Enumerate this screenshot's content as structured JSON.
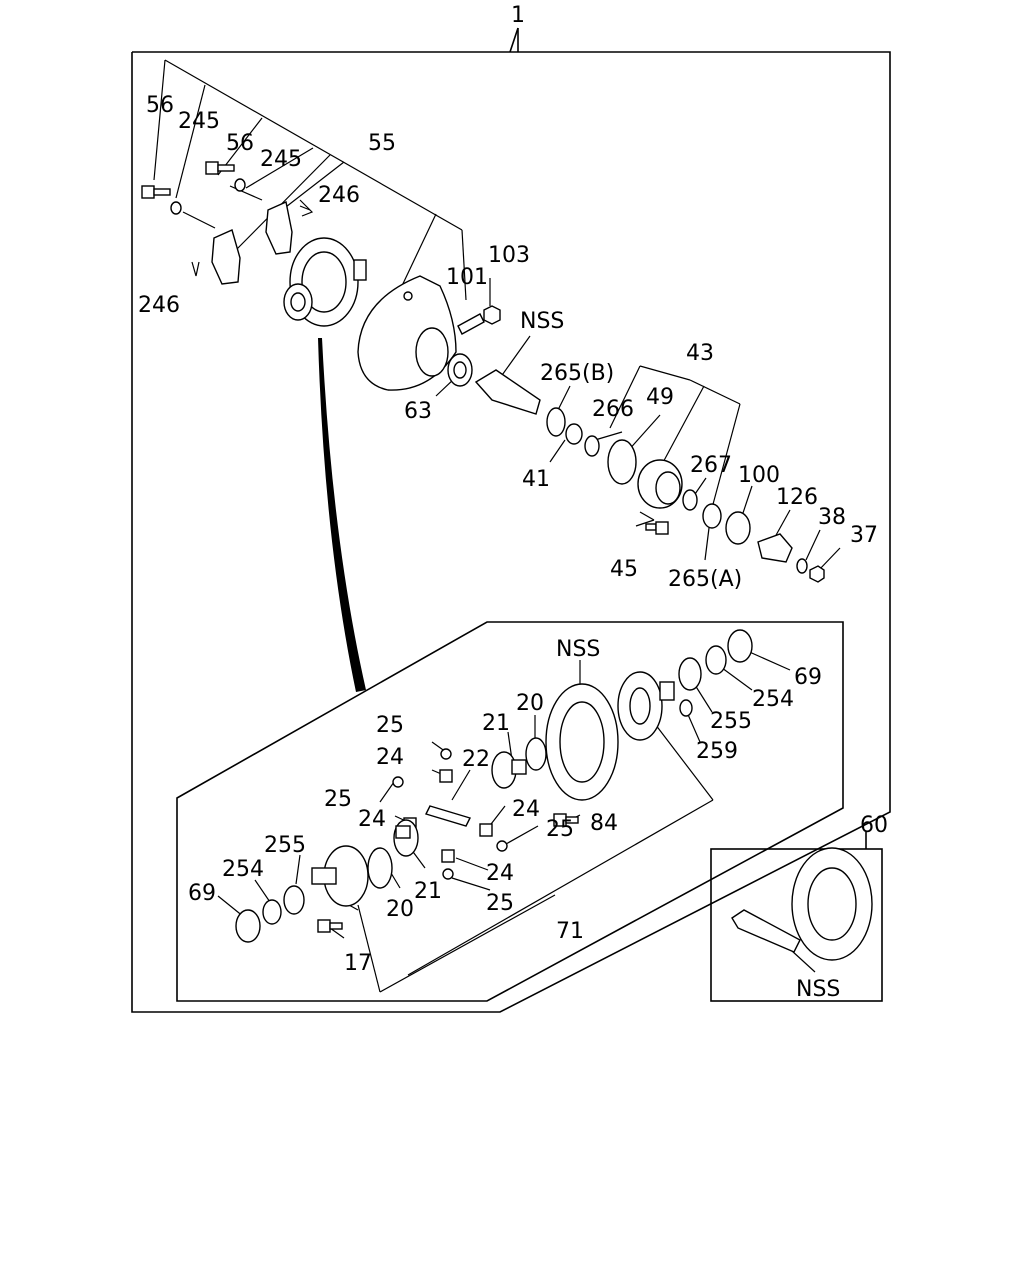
{
  "callouts": {
    "c1": "1",
    "c56a": "56",
    "c245a": "245",
    "c56b": "56",
    "c245b": "245",
    "c55": "55",
    "c246a": "246",
    "c246b": "246",
    "c101": "101",
    "c103": "103",
    "cNSS1": "NSS",
    "c63": "63",
    "c265B": "265(B)",
    "c43": "43",
    "c266": "266",
    "c49": "49",
    "c41": "41",
    "c267": "267",
    "c100": "100",
    "c126": "126",
    "c38": "38",
    "c37": "37",
    "c45": "45",
    "c265A": "265(A)",
    "cNSS2": "NSS",
    "c20a": "20",
    "c21a": "21",
    "c25a": "25",
    "c24a": "24",
    "c22": "22",
    "c25b": "25",
    "c24b": "24",
    "c24c": "24",
    "c25c": "25",
    "c84": "84",
    "c69a": "69",
    "c254a": "254",
    "c255a": "255",
    "c259": "259",
    "c255b": "255",
    "c254b": "254",
    "c69b": "69",
    "c20b": "20",
    "c21b": "21",
    "c24d": "24",
    "c25d": "25",
    "c17": "17",
    "c71": "71",
    "c60": "60",
    "cNSS3": "NSS"
  }
}
